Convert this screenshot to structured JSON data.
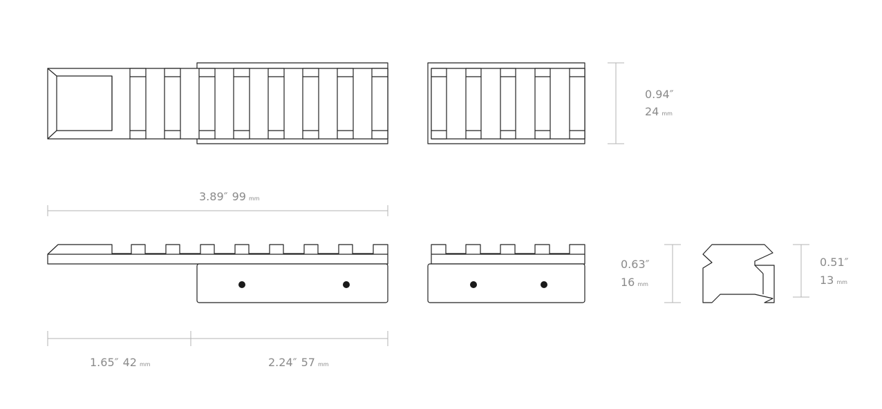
{
  "dimensions": {
    "total_length": {
      "inch": "3.89″",
      "mm": "99",
      "unit": "mm"
    },
    "rail_length": {
      "inch": "1.65″",
      "mm": "42",
      "unit": "mm"
    },
    "base_length": {
      "inch": "2.24″",
      "mm": "57",
      "unit": "mm"
    },
    "width": {
      "inch": "0.94″",
      "mm": "24",
      "unit": "mm"
    },
    "total_height": {
      "inch": "0.63″",
      "mm": "16",
      "unit": "mm"
    },
    "base_height": {
      "inch": "0.51″",
      "mm": "13",
      "unit": "mm"
    }
  },
  "colors": {
    "outline": "#222222",
    "dimension": "#b3b3b3",
    "dimension_text": "#8a8a8a"
  }
}
